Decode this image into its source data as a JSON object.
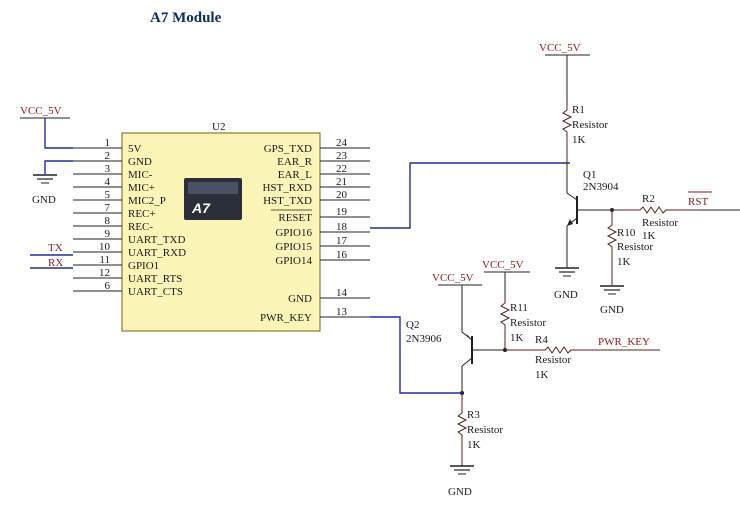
{
  "title": "A7 Module",
  "colors": {
    "wire": "#1f2f9a",
    "pin": "#222222",
    "chip_fill": "#fbf5b8",
    "chip_stroke": "#8a7a3a",
    "net_label": "#8b1a1a",
    "title": "#0f2c66",
    "resistor": "#5a2020"
  },
  "chip": {
    "designator": "U2",
    "logo_text": "A7",
    "left_pins": [
      {
        "num": "1",
        "name": "5V"
      },
      {
        "num": "2",
        "name": "GND"
      },
      {
        "num": "3",
        "name": "MIC-"
      },
      {
        "num": "4",
        "name": "MIC+"
      },
      {
        "num": "5",
        "name": "MIC2_P"
      },
      {
        "num": "7",
        "name": "REC+"
      },
      {
        "num": "8",
        "name": "REC-"
      },
      {
        "num": "9",
        "name": "UART_TXD"
      },
      {
        "num": "10",
        "name": "UART_RXD"
      },
      {
        "num": "11",
        "name": "GPIO1"
      },
      {
        "num": "12",
        "name": "UART_RTS"
      },
      {
        "num": "6",
        "name": "UART_CTS"
      }
    ],
    "right_pins": [
      {
        "num": "24",
        "name": "GPS_TXD"
      },
      {
        "num": "23",
        "name": "EAR_R"
      },
      {
        "num": "22",
        "name": "EAR_L"
      },
      {
        "num": "21",
        "name": "HST_RXD"
      },
      {
        "num": "20",
        "name": "HST_TXD"
      },
      {
        "num": "19",
        "name": "RESET"
      },
      {
        "num": "18",
        "name": "GPIO16"
      },
      {
        "num": "17",
        "name": "GPIO15"
      },
      {
        "num": "16",
        "name": "GPIO14"
      },
      {
        "num": "14",
        "name": "GND"
      },
      {
        "num": "13",
        "name": "PWR_KEY"
      }
    ]
  },
  "labels": {
    "vcc_chip": "VCC_5V",
    "gnd_chip": "GND",
    "tx": "TX",
    "rx": "RX",
    "vcc_r1": "VCC_5V",
    "vcc_q2": "VCC_5V",
    "vcc_r11": "VCC_5V",
    "rst": "RST",
    "pwr_key": "PWR_KEY",
    "gnd_q1": "GND",
    "gnd_r10": "GND",
    "gnd_r3": "GND"
  },
  "components": {
    "r1": {
      "ref": "R1",
      "type": "Resistor",
      "value": "1K"
    },
    "r2": {
      "ref": "R2",
      "type": "Resistor",
      "value": "1K"
    },
    "r10": {
      "ref": "R10",
      "type": "Resistor",
      "value": "1K"
    },
    "r11": {
      "ref": "R11",
      "type": "Resistor",
      "value": "1K"
    },
    "r4": {
      "ref": "R4",
      "type": "Resistor",
      "value": "1K"
    },
    "r3": {
      "ref": "R3",
      "type": "Resistor",
      "value": "1K"
    },
    "q1": {
      "ref": "Q1",
      "part": "2N3904"
    },
    "q2": {
      "ref": "Q2",
      "part": "2N3906"
    }
  }
}
